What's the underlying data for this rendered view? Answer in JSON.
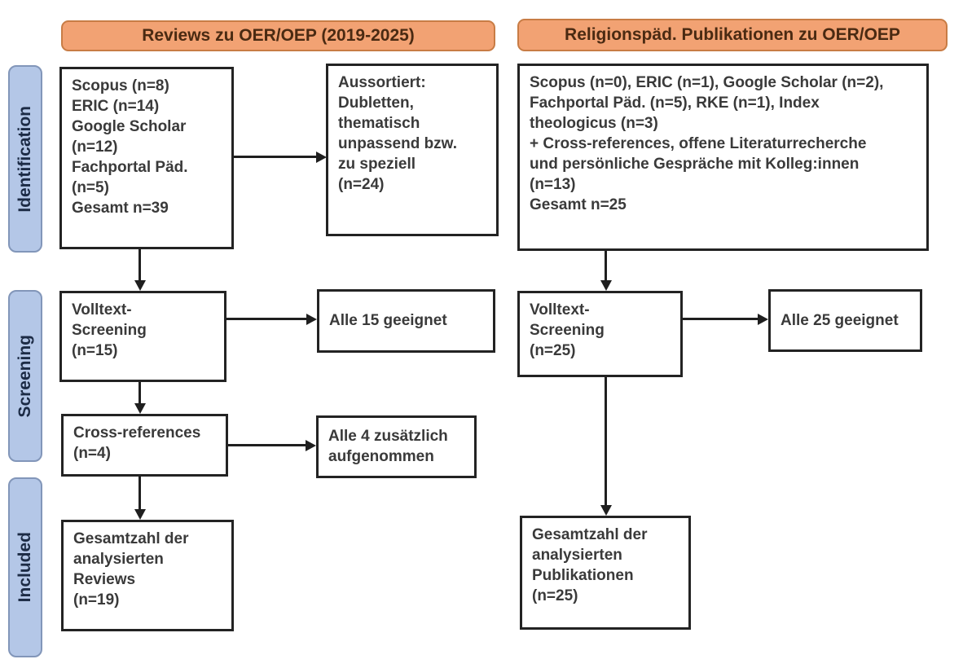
{
  "colors": {
    "header_fill": "#f2a273",
    "header_border": "#c87c45",
    "header_text": "#4a2a12",
    "sidebar_fill": "#b4c7e7",
    "sidebar_border": "#8296b9",
    "sidebar_text": "#1c2b45",
    "box_border": "#232323",
    "box_text": "#3a3a3a",
    "arrow": "#1f1f1f"
  },
  "headers": {
    "left": "Reviews zu OER/OEP (2019-2025)",
    "right": "Religionspäd. Publikationen zu OER/OEP"
  },
  "sidebar": {
    "items": [
      "Identification",
      "Screening",
      "Included"
    ]
  },
  "flow_left": {
    "sources": "Scopus (n=8)\nERIC (n=14)\nGoogle Scholar\n(n=12)\nFachportal Päd.\n(n=5)\nGesamt n=39",
    "excluded": "Aussortiert:\nDubletten,\nthematisch\nunpassend bzw.\nzu speziell\n(n=24)",
    "fulltext_screening": "Volltext-\nScreening\n(n=15)",
    "all_suitable": "Alle 15 geeignet",
    "cross_references": "Cross-references\n(n=4)",
    "additional_included": "Alle 4 zusätzlich\naufgenommen",
    "total_included": "Gesamtzahl der\nanalysierten\nReviews\n(n=19)"
  },
  "flow_right": {
    "sources": "Scopus (n=0), ERIC (n=1), Google Scholar (n=2),\nFachportal Päd. (n=5), RKE (n=1), Index\ntheologicus (n=3)\n+ Cross-references, offene Literaturrecherche\nund persönliche Gespräche mit Kolleg:innen\n(n=13)\nGesamt n=25",
    "fulltext_screening": "Volltext-\nScreening\n(n=25)",
    "all_suitable": "Alle 25 geeignet",
    "total_included": "Gesamtzahl der\nanalysierten\nPublikationen\n(n=25)"
  }
}
